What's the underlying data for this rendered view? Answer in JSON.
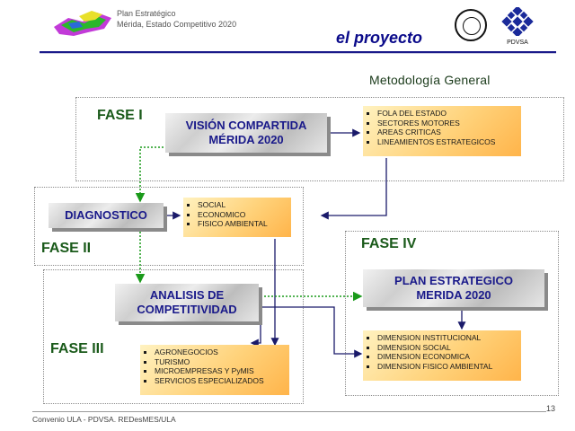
{
  "header": {
    "line1": "Plan Estratégico",
    "line2": "Mérida, Estado Competitivo 2020",
    "section_title": "el proyecto",
    "pdvsa_label": "PDVSA"
  },
  "subtitle": "Metodología General",
  "phases": {
    "fase1": "FASE I",
    "fase2": "FASE II",
    "fase3": "FASE III",
    "fase4": "FASE IV"
  },
  "boxes": {
    "vision": [
      "VISIÓN COMPARTIDA",
      "MÉRIDA 2020"
    ],
    "diagnostico": "DIAGNOSTICO",
    "analisis": [
      "ANALISIS DE",
      "COMPETITIVIDAD"
    ],
    "plan": [
      "PLAN ESTRATEGICO",
      "MERIDA 2020"
    ]
  },
  "lists": {
    "fase1_items": [
      "FOLA DEL ESTADO",
      "SECTORES MOTORES",
      "AREAS CRITICAS",
      "LINEAMIENTOS ESTRATEGICOS"
    ],
    "fase2_items": [
      "SOCIAL",
      "ECONOMICO",
      "FISICO AMBIENTAL"
    ],
    "fase3_items": [
      "AGRONEGOCIOS",
      "TURISMO",
      "MICROEMPRESAS Y PyMIS",
      "SERVICIOS ESPECIALIZADOS"
    ],
    "fase4_items": [
      "DIMENSION INSTITUCIONAL",
      "DIMENSION SOCIAL",
      "DIMENSION ECONOMICA",
      "DIMENSION FISICO AMBIENTAL"
    ]
  },
  "footer": "Convenio ULA - PDVSA.  REDesMES/ULA",
  "page_number": "13",
  "colors": {
    "title_blue": "#0a0a8a",
    "phase_green": "#1a5a1a",
    "arrow_navy": "#1a1a6a",
    "arrow_green": "#1a9a1a"
  },
  "icons": [
    "map-logo-icon",
    "seal-icon",
    "pdvsa-logo-icon"
  ]
}
